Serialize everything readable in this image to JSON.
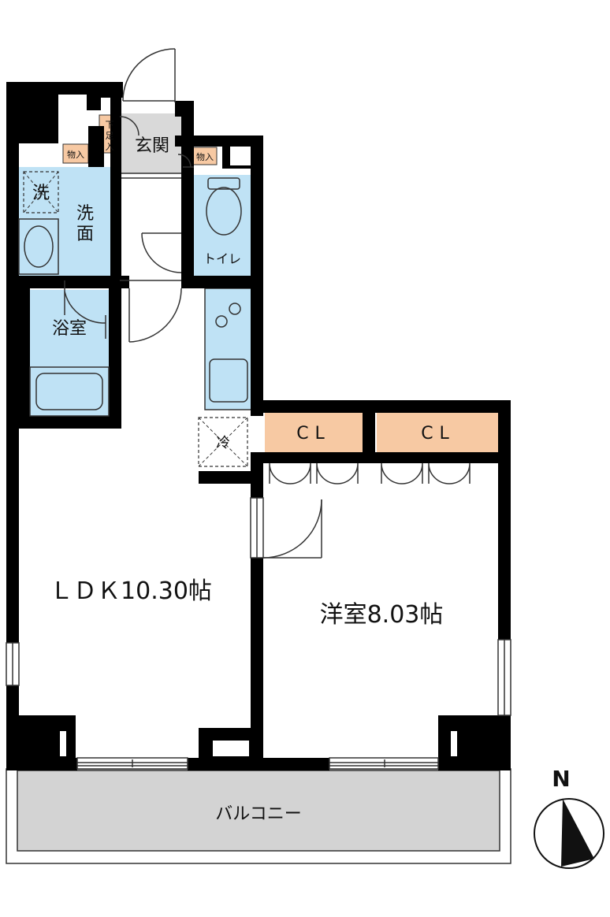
{
  "labels": {
    "entrance": "玄関",
    "shoe_storage": "下足入",
    "storage_left": "物入",
    "storage_right": "物入",
    "washer": "洗",
    "washroom": "洗面",
    "toilet": "トイレ",
    "bathroom": "浴室",
    "fridge": "冷",
    "closet_1": "CL",
    "closet_2": "CL",
    "ldk": "ＬＤＫ10.30帖",
    "western_room": "洋室8.03帖",
    "balcony": "バルコニー",
    "north": "N"
  },
  "colors": {
    "wet_area": "#bfe2f5",
    "storage": "#f7c9a3",
    "entrance": "#d9d9d9",
    "balcony": "#d3d3d3",
    "wall": "#000000"
  }
}
